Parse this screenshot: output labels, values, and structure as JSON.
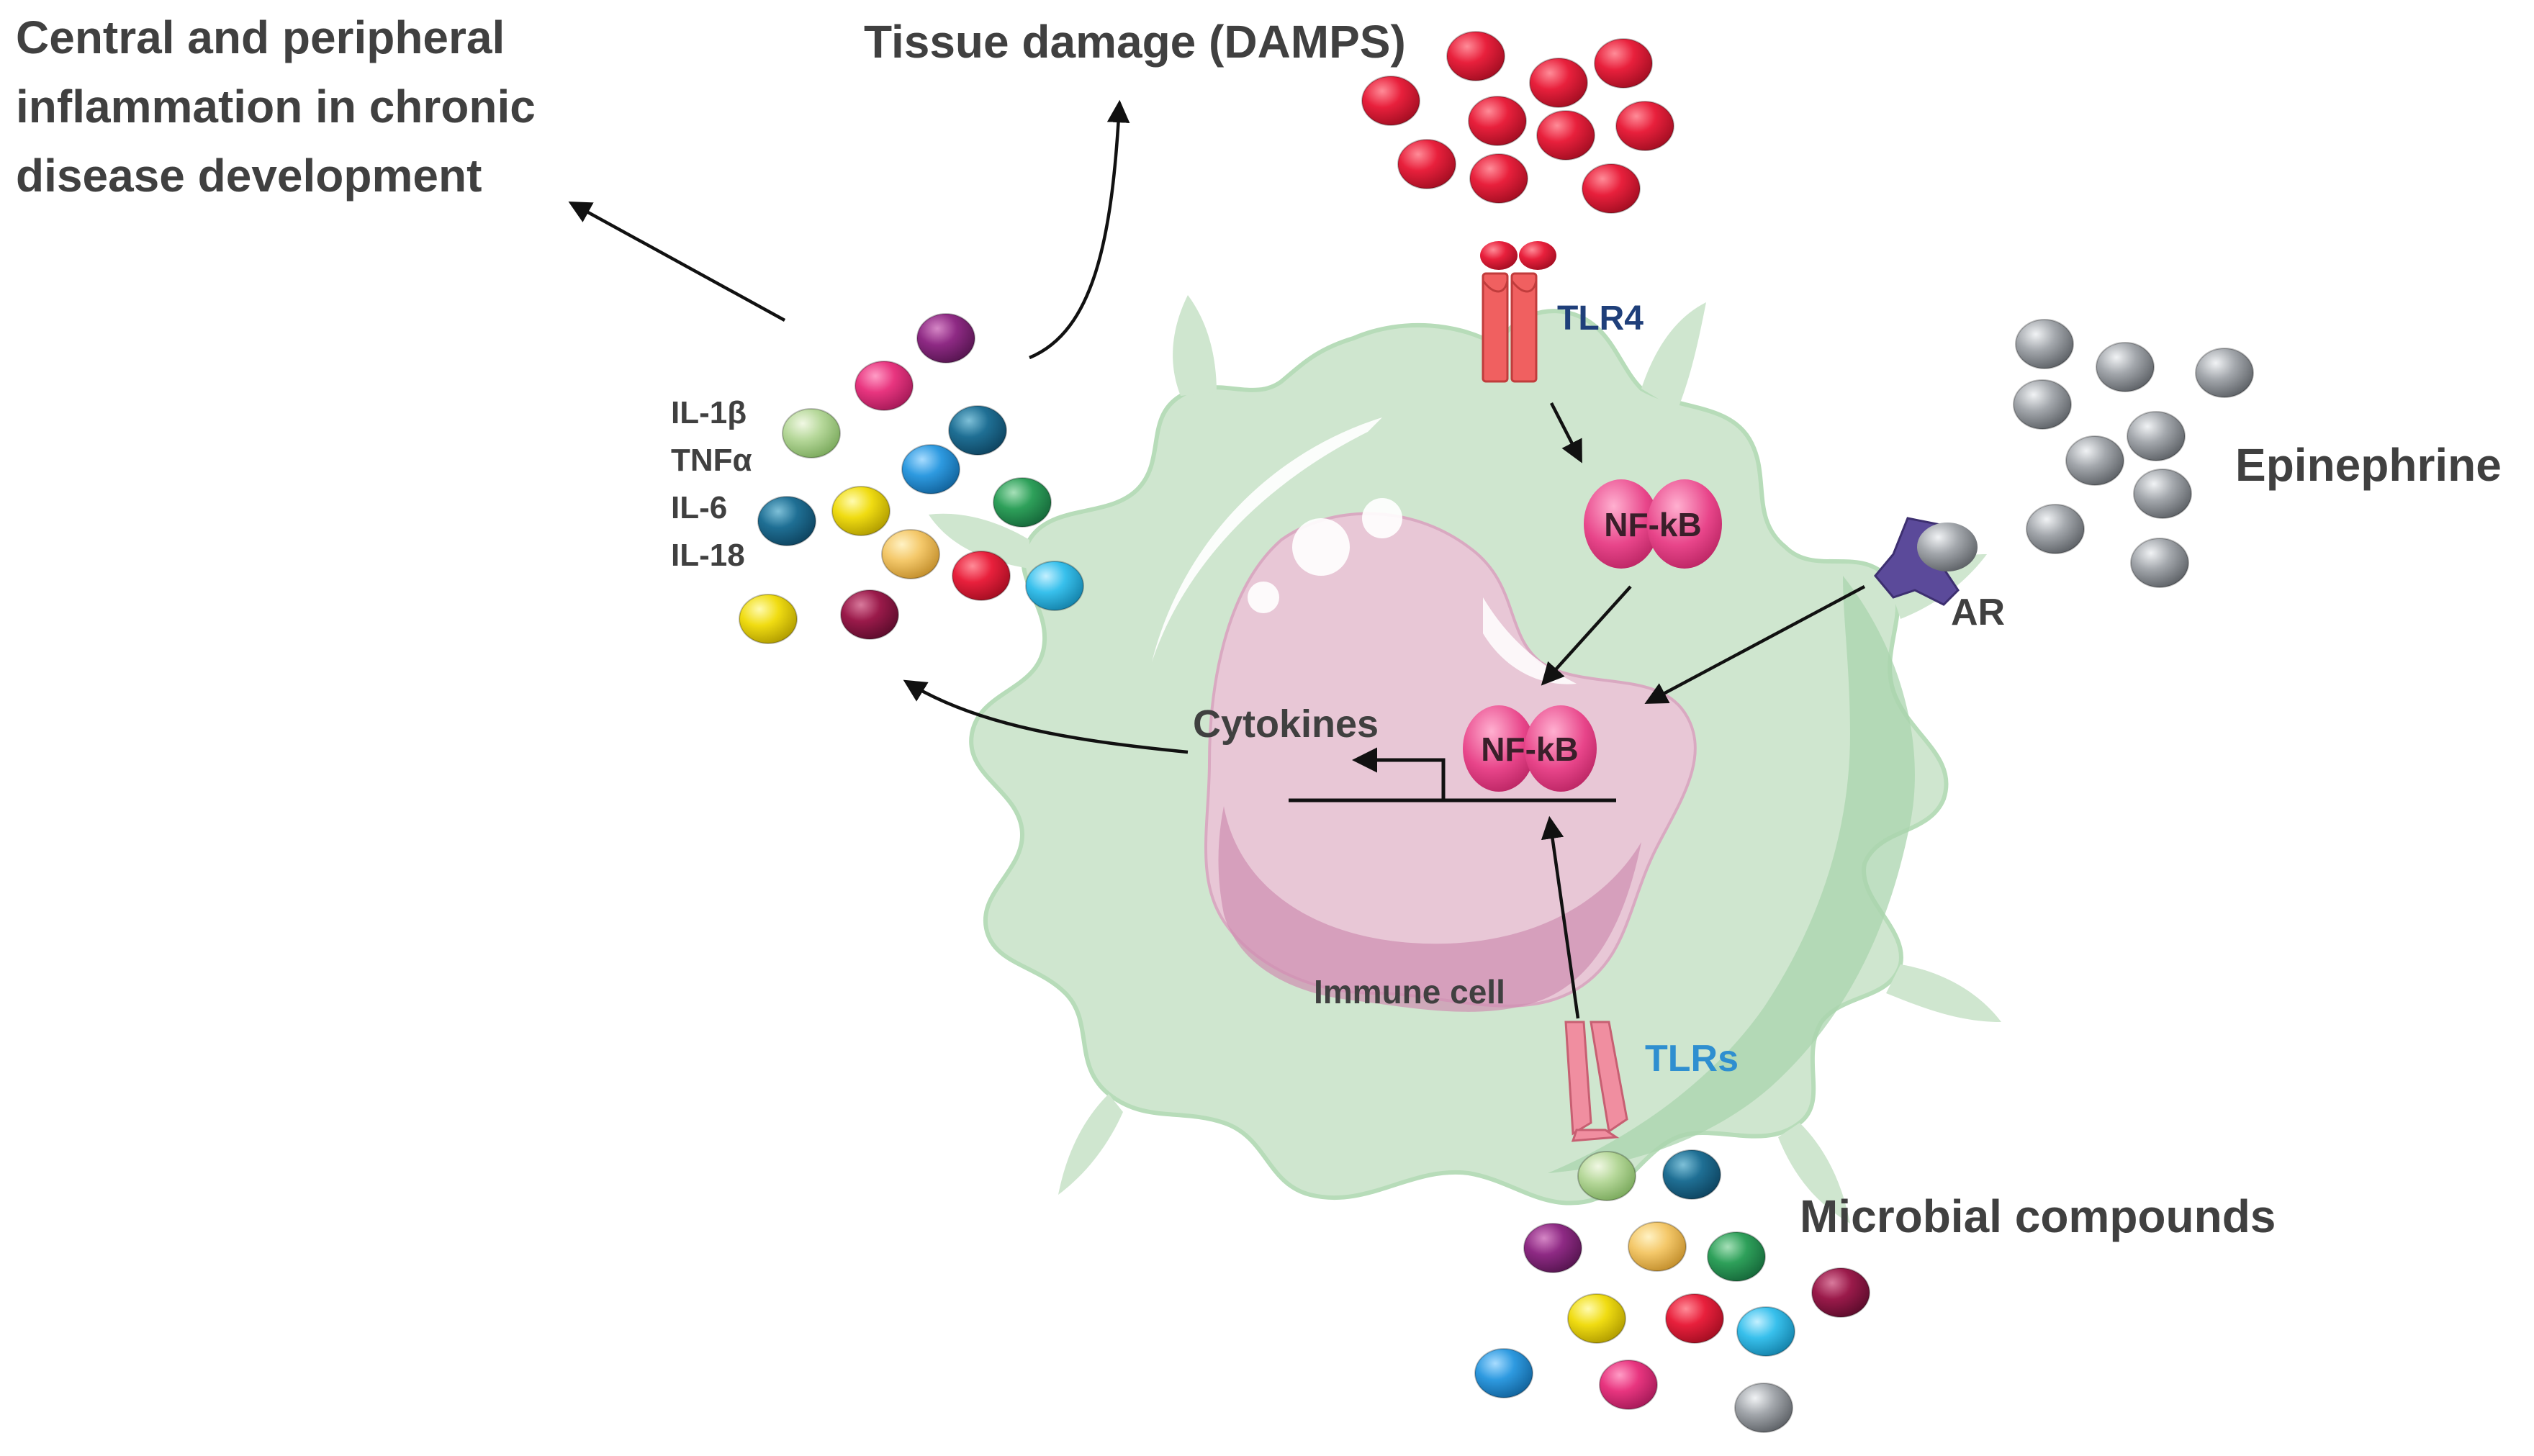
{
  "labels": {
    "inflammation_line1": "Central and peripheral",
    "inflammation_line2": "inflammation in chronic",
    "inflammation_line3": "disease development",
    "tissue_damage": "Tissue damage (DAMPS)",
    "tlr4": "TLR4",
    "epinephrine": "Epinephrine",
    "ar": "AR",
    "nfkb_cytoplasm": "NF-kB",
    "nfkb_nucleus": "NF-kB",
    "cytokines": "Cytokines",
    "immune_cell": "Immune cell",
    "tlrs": "TLRs",
    "microbial_compounds": "Microbial compounds",
    "cytokine_list": [
      "IL-1β",
      "TNFα",
      "IL-6",
      "IL-18"
    ]
  },
  "colors": {
    "cell_membrane": "#cfe6cf",
    "cell_edge": "#a9d4ad",
    "nucleus": "#e8c7d6",
    "nucleus_shadow": "#cf8fb0",
    "nfkb": "#e84e8a",
    "receptor_red": "#f06060",
    "receptor_pink": "#f08ea0",
    "ar_receptor": "#5b4a9a",
    "damps": "#e0203a",
    "epinephrine": "#9a9ea4",
    "tlr4_text": "#1f3f7a",
    "tlrs_text": "#2f8fd0",
    "text_dark": "#404040"
  }
}
